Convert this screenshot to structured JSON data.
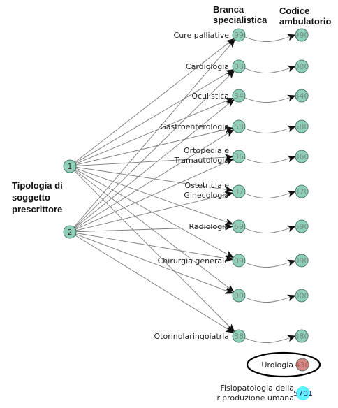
{
  "headers": {
    "branca": [
      "Branca",
      "specialistica"
    ],
    "codice": [
      "Codice",
      "ambulatorio"
    ],
    "tipologia": [
      "Tipologia di",
      "soggetto",
      "prescrittore"
    ]
  },
  "colors": {
    "node_fill": "#8fd1b8",
    "node_stroke": "#2f5e4f",
    "edge": "#7a7a7a",
    "arrow": "#111111",
    "urologia_node": "#d48a86",
    "fisio_node": "#5ff0ff",
    "ellipse": "#000000"
  },
  "sources": [
    {
      "id": "1",
      "label": "1"
    },
    {
      "id": "2",
      "label": "2"
    }
  ],
  "branches": [
    {
      "name": [
        "Cure palliative"
      ],
      "code": "99",
      "amb": "990"
    },
    {
      "name": [
        "Cardiologia"
      ],
      "code": "08",
      "amb": "080"
    },
    {
      "name": [
        "Oculistica"
      ],
      "code": "34",
      "amb": "340"
    },
    {
      "name": [
        "Gastroenterologia"
      ],
      "code": "58",
      "amb": "580"
    },
    {
      "name": [
        "Ortopedia e",
        "Tramautologia"
      ],
      "code": "36",
      "amb": "360"
    },
    {
      "name": [
        "Ostetricia e",
        "Ginecologia"
      ],
      "code": "37",
      "amb": "370"
    },
    {
      "name": [
        "Radiologia"
      ],
      "code": "69",
      "amb": "690"
    },
    {
      "name": [
        "Chirurgia generale"
      ],
      "code": "09",
      "amb": "090"
    },
    {
      "name": [
        ""
      ],
      "code": "00",
      "amb": "000"
    },
    {
      "name": [
        "Otorinolaringoiatria"
      ],
      "code": "38",
      "amb": "380"
    }
  ],
  "isolated": [
    {
      "name": [
        "Urologia"
      ],
      "code": "430",
      "highlight": true
    },
    {
      "name": [
        "Fisiopatologia della",
        "riproduzione umana"
      ],
      "code": "5701",
      "highlight": false
    }
  ]
}
